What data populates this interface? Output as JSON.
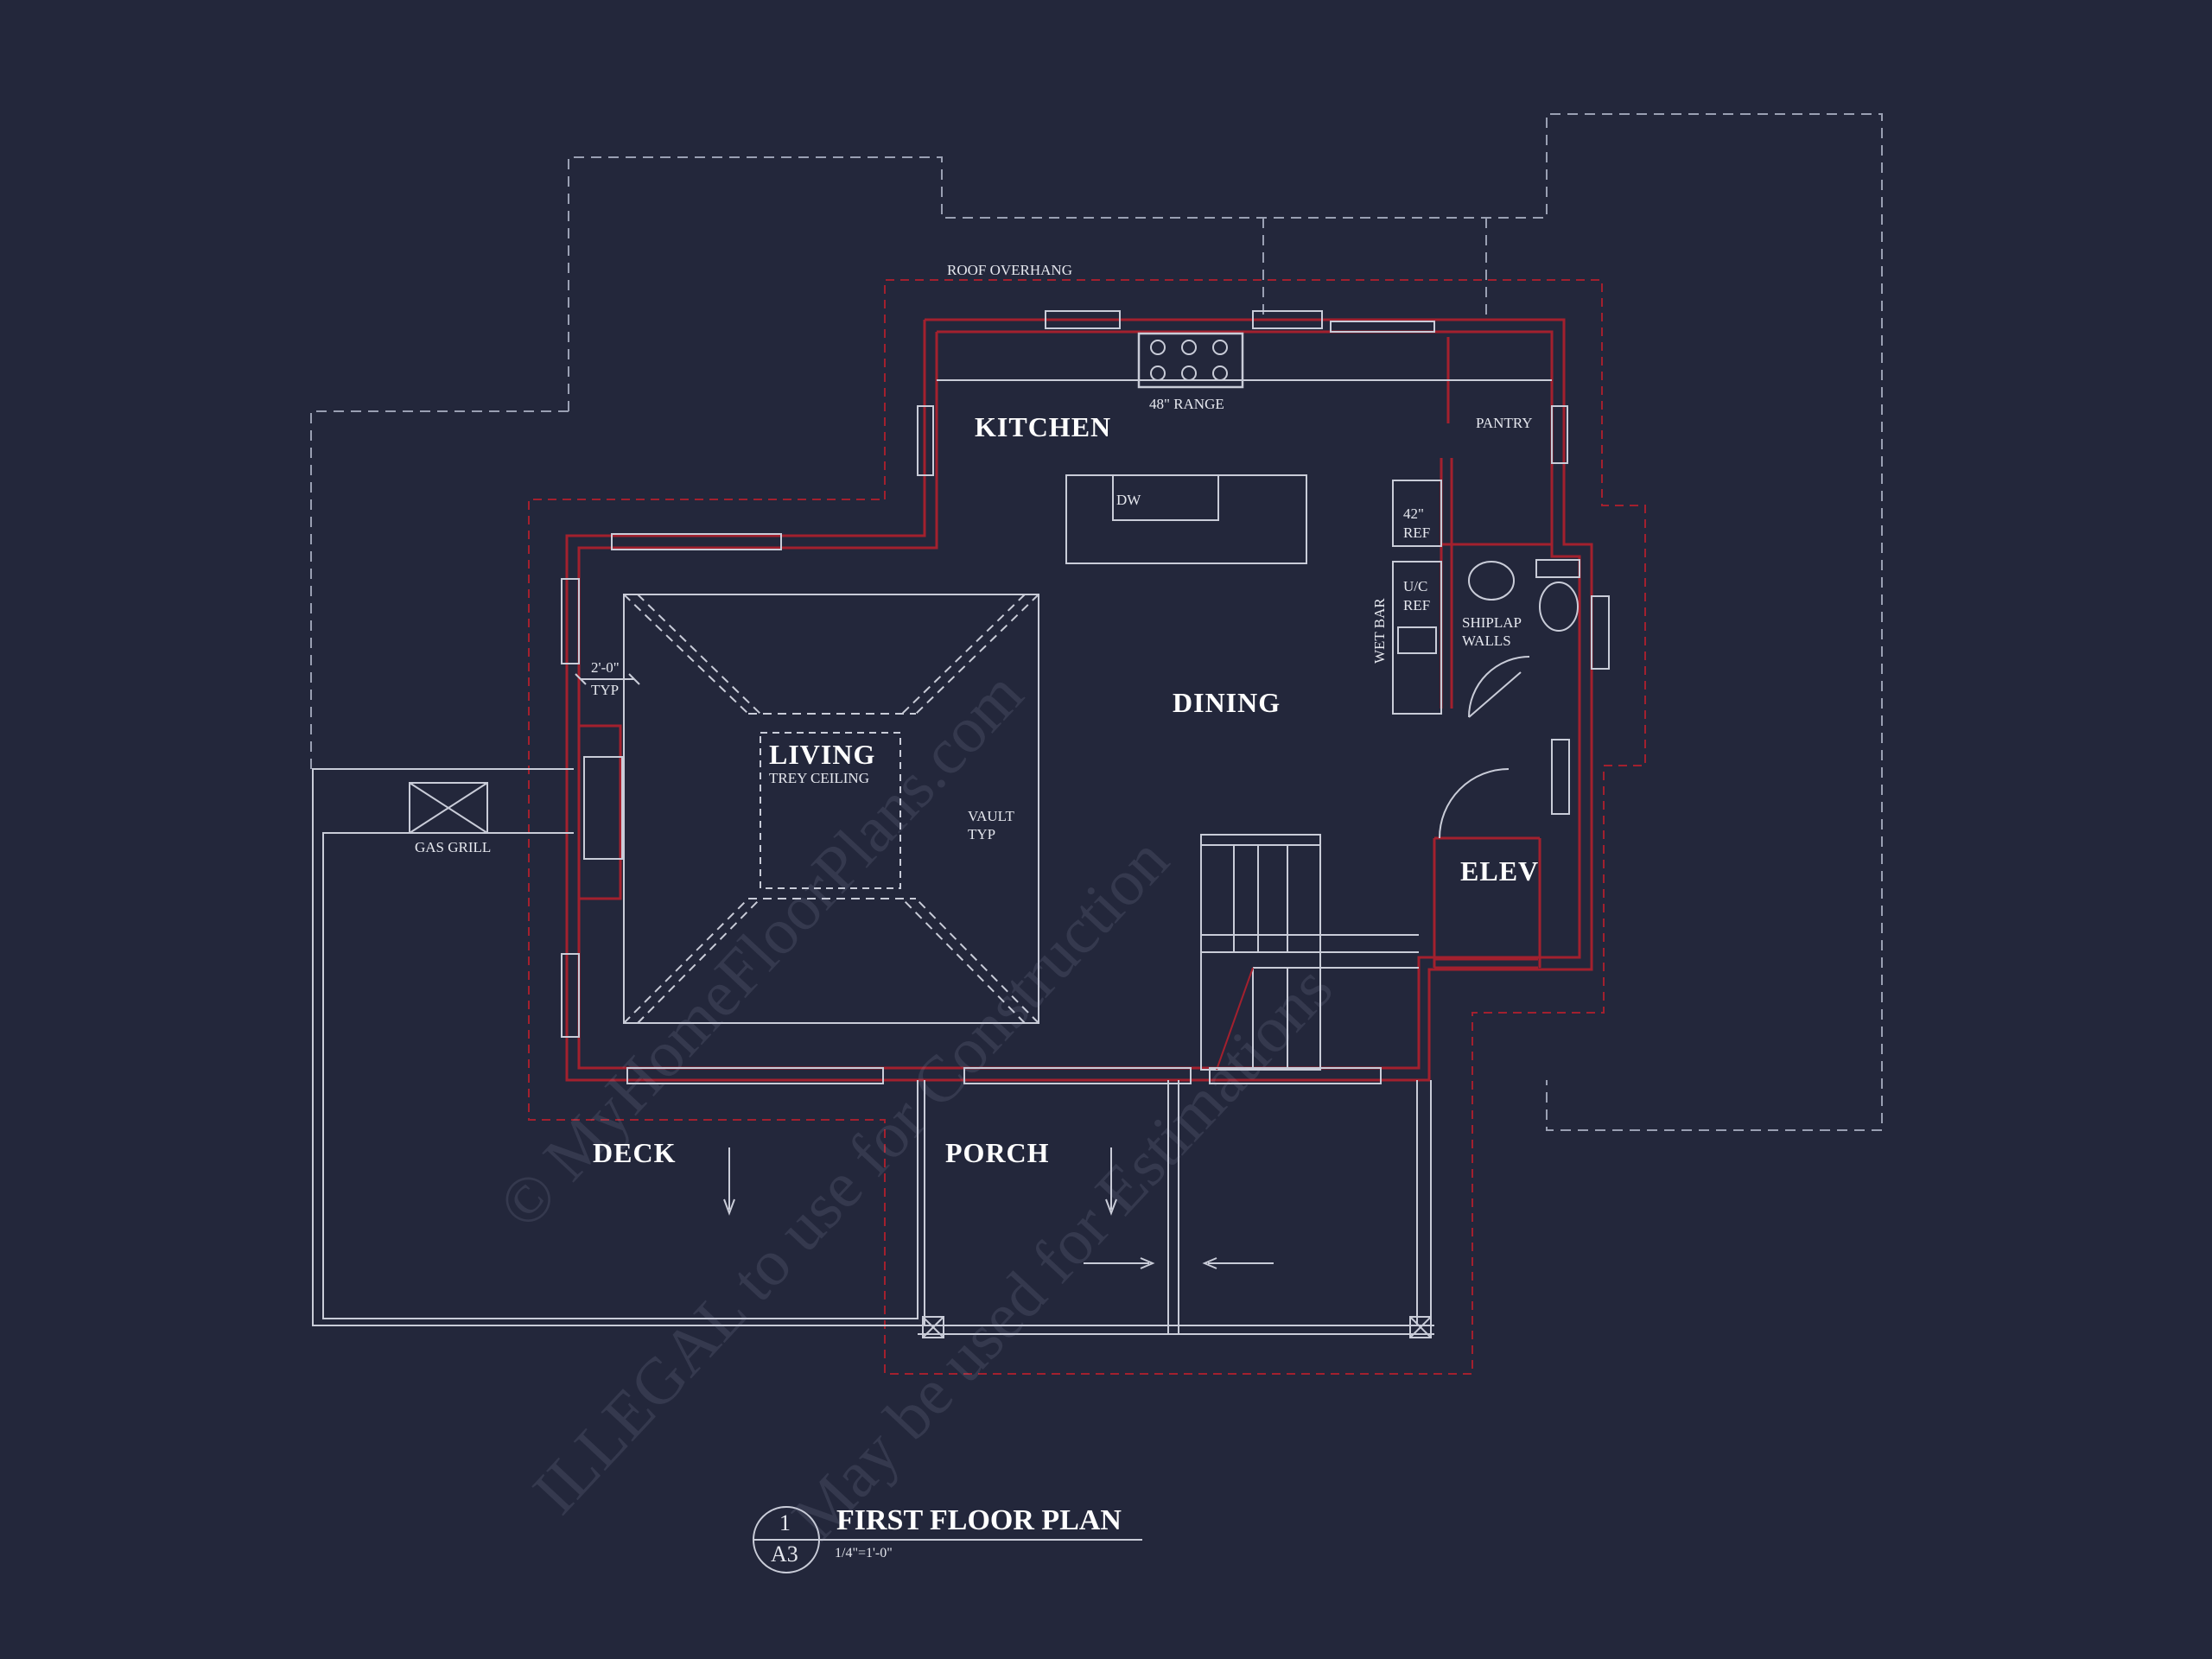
{
  "drawing": {
    "title": "FIRST FLOOR PLAN",
    "scale": "1/4\"=1'-0\"",
    "detail_number": "1",
    "sheet": "A3"
  },
  "rooms": {
    "kitchen": "KITCHEN",
    "dining": "DINING",
    "living": "LIVING",
    "living_sub": "TREY CEILING",
    "elev": "ELEV",
    "deck": "DECK",
    "porch": "PORCH"
  },
  "notes": {
    "roof_overhang": "ROOF OVERHANG",
    "range": "48\" RANGE",
    "pantry": "PANTRY",
    "dw": "DW",
    "ref42_1": "42\"",
    "ref42_2": "REF",
    "uc_ref_1": "U/C",
    "uc_ref_2": "REF",
    "wet_bar": "WET BAR",
    "shiplap_1": "SHIPLAP",
    "shiplap_2": "WALLS",
    "vault_1": "VAULT",
    "vault_2": "TYP",
    "dim": "2'-0\"",
    "dim_typ": "TYP",
    "gas_grill": "GAS GRILL"
  },
  "watermark": {
    "line1": "© MyHomeFloorPlans.com",
    "line2": "ILLEGAL to use for Construction",
    "line3": "May be used for Estimations"
  },
  "colors": {
    "background": "#23273b",
    "line": "#c9ccd8",
    "wall_red": "#a3202e",
    "text": "#ffffff"
  }
}
